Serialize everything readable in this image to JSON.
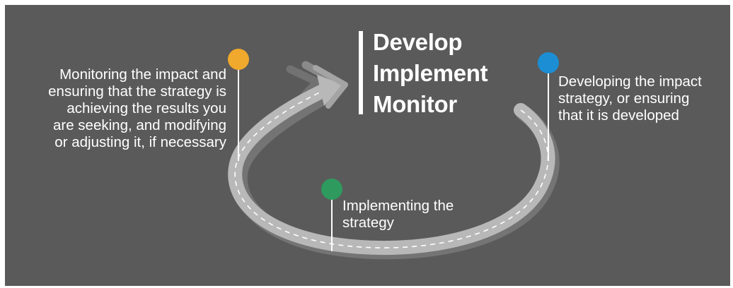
{
  "title": {
    "lines": [
      "Develop",
      "Implement",
      "Monitor"
    ],
    "bar_color": "#ffffff"
  },
  "labels": {
    "monitor": [
      "Monitoring the impact and",
      "ensuring that the strategy is",
      "achieving the results you",
      "are seeking, and modifying",
      "or adjusting it, if necessary"
    ],
    "develop": [
      "Developing the impact",
      "strategy, or ensuring",
      "that it is developed"
    ],
    "implement": [
      "Implementing the",
      "strategy"
    ]
  },
  "colors": {
    "background": "#5a5a5a",
    "road": "#b8b8b8",
    "road_shadow": "#747474",
    "dash": "#ffffff",
    "monitor_marker": "#f0a92c",
    "develop_marker": "#1c8ed4",
    "implement_marker": "#2e9a5e"
  }
}
